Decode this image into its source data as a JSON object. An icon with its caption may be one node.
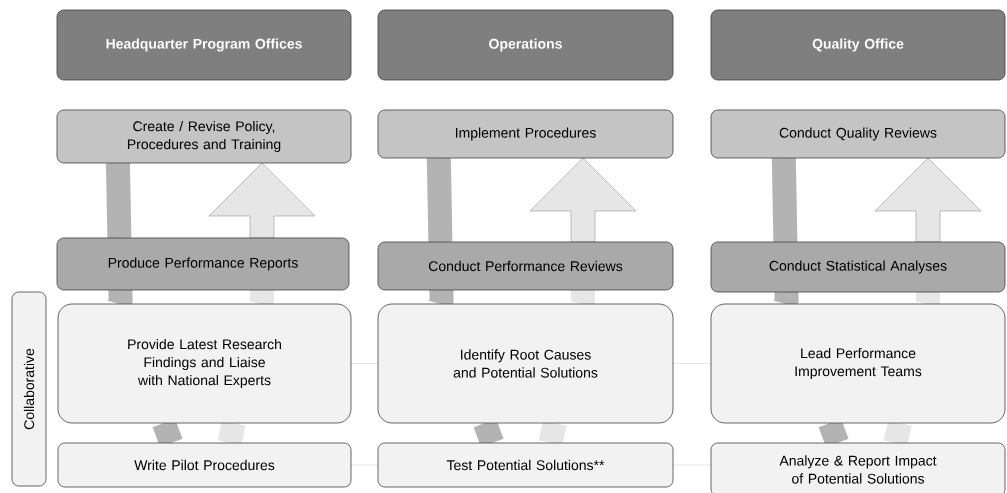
{
  "diagram": {
    "nodes": [
      {
        "text": [
          "Headquarter Program Offices"
        ]
      },
      {
        "text": [
          "Operations"
        ]
      },
      {
        "text": [
          "Quality Office"
        ]
      },
      {
        "text": [
          "Create / Revise Policy, Procedures and Training"
        ]
      },
      {
        "text": [
          "Implement Procedures"
        ]
      },
      {
        "text": [
          "Conduct Quality Reviews"
        ]
      },
      {
        "text": [
          "Produce Performance Reports"
        ]
      },
      {
        "text": [
          "Conduct Performance Reviews"
        ]
      },
      {
        "text": [
          "Conduct Statistical Analyses"
        ]
      },
      {
        "text": [
          "Collaborative"
        ]
      },
      {
        "text": [
          "Provide Latest Research Findings and Liaise with National Experts"
        ]
      },
      {
        "text": [
          "Identify Root Causes and Potential Solutions"
        ]
      },
      {
        "text": [
          "Lead Performance Improvement Teams"
        ]
      },
      {
        "text": [
          "Write Pilot Procedures"
        ]
      },
      {
        "text": [
          "Test Potential Solutions**"
        ]
      },
      {
        "text": [
          "Analyze & Report Impact of Potential Solutions"
        ]
      }
    ],
    "edges": [
      {
        "from": 3,
        "to": 6,
        "arrow": "none",
        "color": "#b3b3b3"
      },
      {
        "from": 6,
        "to": 10,
        "arrow": "none",
        "color": "#b3b3b3"
      },
      {
        "from": 10,
        "to": 13,
        "arrow": "none",
        "color": "#b3b3b3"
      },
      {
        "from": 13,
        "to": 10,
        "arrow": "none",
        "color": "#e6e6e6"
      },
      {
        "from": 10,
        "to": 6,
        "arrow": "none",
        "color": "#e6e6e6"
      },
      {
        "from": 6,
        "to": 3,
        "arrow": "to",
        "color": "#e6e6e6"
      },
      {
        "from": 4,
        "to": 7,
        "arrow": "none",
        "color": "#b3b3b3"
      },
      {
        "from": 7,
        "to": 11,
        "arrow": "none",
        "color": "#b3b3b3"
      },
      {
        "from": 11,
        "to": 14,
        "arrow": "none",
        "color": "#b3b3b3"
      },
      {
        "from": 14,
        "to": 11,
        "arrow": "none",
        "color": "#e6e6e6"
      },
      {
        "from": 11,
        "to": 7,
        "arrow": "none",
        "color": "#e6e6e6"
      },
      {
        "from": 7,
        "to": 4,
        "arrow": "to",
        "color": "#e6e6e6"
      },
      {
        "from": 5,
        "to": 8,
        "arrow": "none",
        "color": "#b3b3b3"
      },
      {
        "from": 8,
        "to": 12,
        "arrow": "none",
        "color": "#b3b3b3"
      },
      {
        "from": 12,
        "to": 15,
        "arrow": "none",
        "color": "#b3b3b3"
      },
      {
        "from": 15,
        "to": 12,
        "arrow": "none",
        "color": "#e6e6e6"
      },
      {
        "from": 12,
        "to": 8,
        "arrow": "none",
        "color": "#e6e6e6"
      },
      {
        "from": 8,
        "to": 5,
        "arrow": "to",
        "color": "#e6e6e6"
      },
      {
        "from": 10,
        "to": 11,
        "arrow": "none",
        "color": "#dddddd"
      },
      {
        "from": 11,
        "to": 12,
        "arrow": "none",
        "color": "#dddddd"
      },
      {
        "from": 13,
        "to": 14,
        "arrow": "none",
        "color": "#dddddd"
      },
      {
        "from": 14,
        "to": 15,
        "arrow": "none",
        "color": "#dddddd"
      }
    ]
  }
}
